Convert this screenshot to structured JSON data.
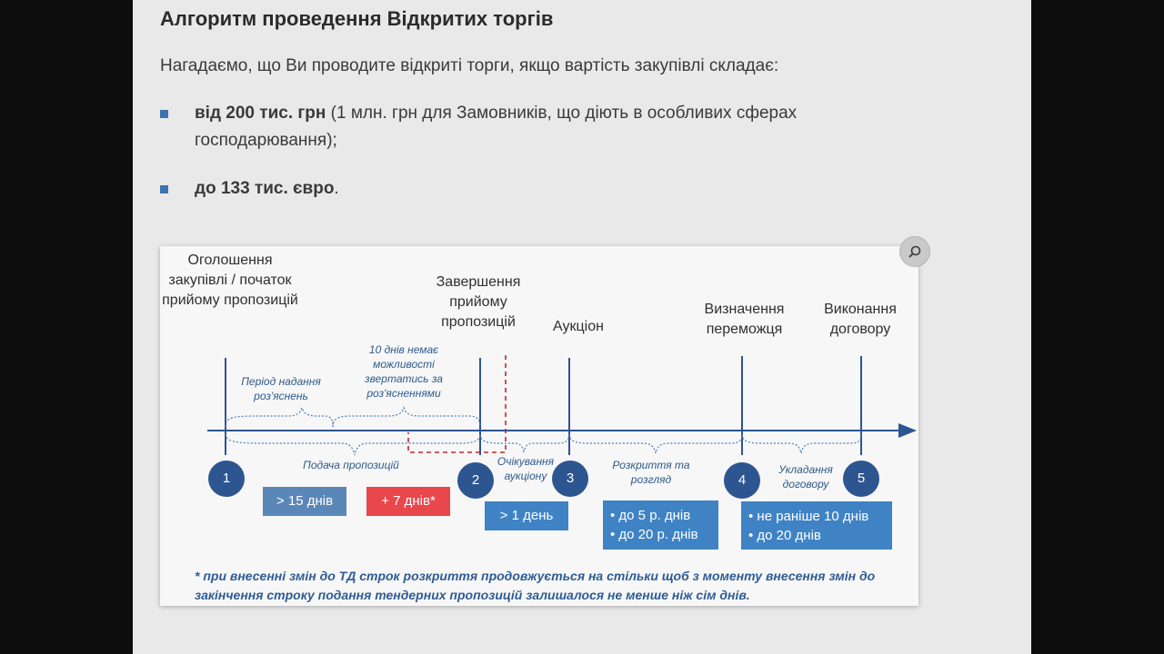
{
  "title": "Алгоритм проведення Відкритих торгів",
  "intro": "Нагадаємо, що Ви проводите відкриті торги, якщо вартість закупівлі складає:",
  "bullets": [
    {
      "bold": "від 200 тис. грн",
      "rest": " (1 млн. грн для Замовників, що діють в особливих сферах господарювання);"
    },
    {
      "bold": "до 133 тис. євро",
      "rest": "."
    }
  ],
  "diagram": {
    "headers": {
      "announce": "Оголошення закупівлі / початок прийому пропозицій",
      "end_accept": "Завершення прийому пропозицій",
      "auction": "Аукціон",
      "winner": "Визначення переможця",
      "contract": "Виконання договору"
    },
    "notes": {
      "clarification_period": "Період надання роз'яснень",
      "no_clarification": "10 днів немає можливості звертатись за роз'ясненнями",
      "submission": "Подача пропозицій",
      "waiting_auction": "Очікування аукціону",
      "opening_review": "Розкриття та розгляд",
      "conclusion": "Укладання договору"
    },
    "steps": [
      "1",
      "2",
      "3",
      "4",
      "5"
    ],
    "boxes": {
      "min_15": "> 15 днів",
      "plus_7": "+ 7 днів*",
      "min_1": "> 1 день",
      "review_1": "• до 5 р. днів",
      "review_2": "• до 20 р. днів",
      "contract_1": "•  не раніше 10 днів",
      "contract_2": "•  до 20 днів"
    },
    "footnote": "* при внесенні змін до ТД строк розкриття продовжується на стільки щоб з моменту внесення змін до закінчення строку подання тендерних пропозицій залишалося не менше ніж сім днів."
  },
  "colors": {
    "accent_dark": "#2d5590",
    "box_blue": "#3f83c4",
    "box_red": "#e8474c",
    "box_grey": "#5b87b8",
    "dashed_red": "#c0262c"
  },
  "icons": {
    "zoom": "search-icon"
  }
}
